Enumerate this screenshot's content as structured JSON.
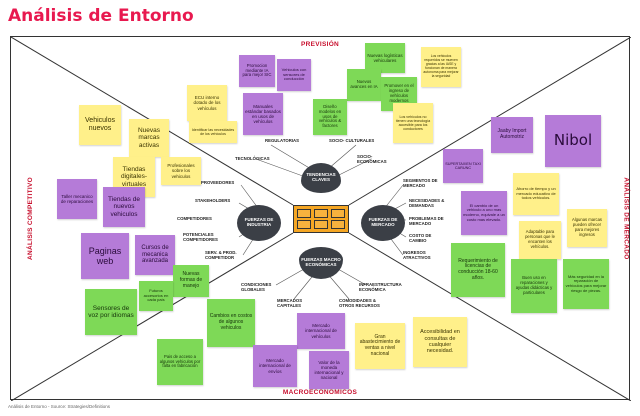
{
  "title": "Análisis de Entorno",
  "footer": "Análisis de Entorno - Source: Strategies/Definitions",
  "quadrants": {
    "top": "PREVISIÓN",
    "bottom": "MACROECONÓMICOS",
    "left": "ANÁLISIS COMPETITIVO",
    "right": "ANÁLISIS DE MERCADO"
  },
  "colors": {
    "purple": "#b57bd8",
    "green": "#7ed957",
    "yellow": "#fff08a",
    "accent": "#c8102e",
    "hub": "#f5a623",
    "force": "#3b3f46"
  },
  "center": {
    "forces": {
      "top": "TENDENCIAS CLAVES",
      "left": "FUERZAS DE INDUSTRIA",
      "right": "FUERZAS DE MERCADO",
      "bottom": "FUERZAS MACRO ECONÓMICAS"
    },
    "labels": {
      "regulatorias": "REGULATORIAS",
      "socio_culturales": "SOCIO- CULTURALES",
      "tecnologicas": "TECNOLÓGICAS",
      "socio_economicas": "SOCIO- ECONÓMICAS",
      "proveedores": "PROVEEDORES",
      "stakeholders": "STAKEHOLDERS",
      "competidores": "COMPETIDORES",
      "potenciales": "POTENCIALES COMPETIDORES",
      "serv_prod": "SERV. & PROD. COMPETIDOR",
      "segmentos": "SEGMENTOS DE MERCADO",
      "necesidades": "NECESIDADES & DEMANDAS",
      "problemas": "PROBLEMAS DE MERCADO",
      "costo": "COSTO DE CAMBIO",
      "ingresos": "INGRESOS ATRACTIVOS",
      "condiciones": "CONDICIONES GLOBALES",
      "infraestructura": "INFRAESTRUCTURA ECONÓMICA",
      "mercados": "MERCADOS CAPITALES",
      "comodidades": "COMODIDADES & OTROS RECURSOS"
    }
  },
  "notes": {
    "n1": "Promocion mediante IA para mejor SIC",
    "n2": "Vehiculos con sensores de conducción",
    "n3": "Nuevas logísticas vehiculares",
    "n4": "Los vehiculos requeridos se mueven gracias a las IASE y funcionan de manera autonoma para mejorar la seguridad",
    "n5": "ECU interno dotado de los vehículos",
    "n6": "Manuales estándar basados en usos de vehículos",
    "n7": "Nuevos avances en IA",
    "n8": "Promover en el ingreso de vehículos modernos",
    "n9": "Diseño modelos en usos de vehículos & factores",
    "n10": "Los vehículos no tienen una tecnología accesible para los conductores",
    "n11": "Identificar las necesidades de los vehículos",
    "n12": "Vehiculos nuevos",
    "n13": "Nuevas marcas activas",
    "n14": "Tiendas digitales-virtuales",
    "n15": "Profesionales sobre los vehiculos",
    "n16": "Taller mecanico de reparaciones",
    "n17": "Tiendas de nuevos vehiculos",
    "n18": "Paginas web",
    "n19": "Cursos de mecanica avanzada",
    "n20": "Nuevas formas de manejo",
    "n21": "Sensores de voz por idiomas",
    "n22": "Futuros accesorios en cada país",
    "n23": "Cambios en costos de algunos vehiculos",
    "n24": "Pais de acceso a algunos vehiculos por falta en fabricación",
    "n25": "Mercado internacional de vehículos",
    "n26": "Mercado internacional de envíos",
    "n27": "Valor de la moneda internacional y nacional",
    "n28": "Gran abastecimiento de ventas a nivel nacional",
    "n29": "Accesibilidad en consultas de cualquier necesidad.",
    "n30": "Jaaby Import Automotriz",
    "n31": "Nibol",
    "n32": "SUPERTAXIEN TAXI CARUNC",
    "n33": "El cambio de un vehiculo a uno mas moderno, equivale a un costo mas elevado.",
    "n34": "Ahorro de tiempo y un mercado educativo de todos vehiculos.",
    "n35": "Adaptable para personas que le encanten los vehículos.",
    "n36": "Algunas marcas pueden ofrecer para mejores ingresos",
    "n37": "Requerimiento de licencias de conducción 18-60 años.",
    "n38": "Buen uso en reparaciones y ayudas didácticas y particulares",
    "n39": "Más seguridad en la reparación de vehículos para mejorar riesgo de piezas."
  }
}
